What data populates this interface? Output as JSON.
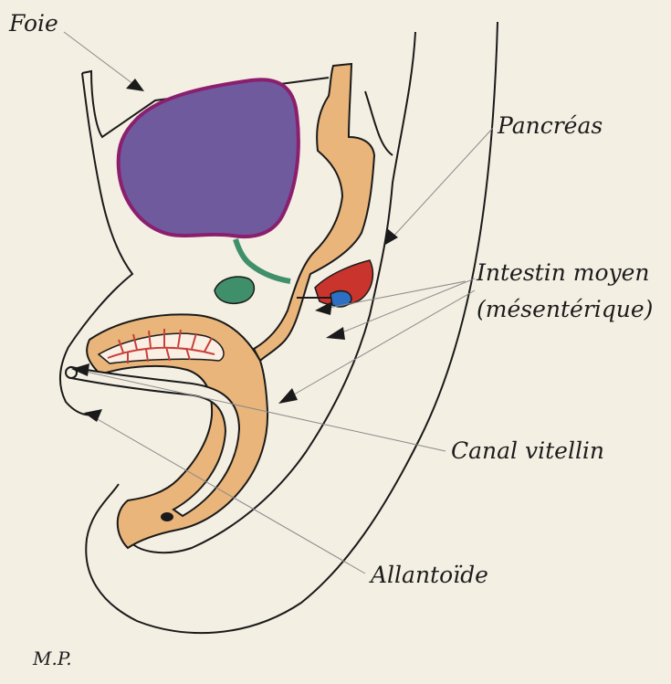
{
  "labels": {
    "foie": "Foie",
    "pancreas": "Pancréas",
    "intestin_moyen": "Intestin moyen",
    "mesenterique": "(mésentérique)",
    "canal_vitellin": "Canal vitellin",
    "allantoide": "Allantoïde",
    "signature": "M.P."
  },
  "colors": {
    "background": "#f4efe3",
    "outline": "#1a1a1a",
    "liver_fill": "#6f5a9e",
    "liver_border": "#8b1f6e",
    "gut": "#e9b57a",
    "gut_border": "#1a1a1a",
    "green_bud": "#3f8f6a",
    "red_pancreas": "#c9342c",
    "blue_duct": "#2d6fc2",
    "vessel_red": "#c8403a",
    "pointer_line": "#8a8a8a"
  }
}
